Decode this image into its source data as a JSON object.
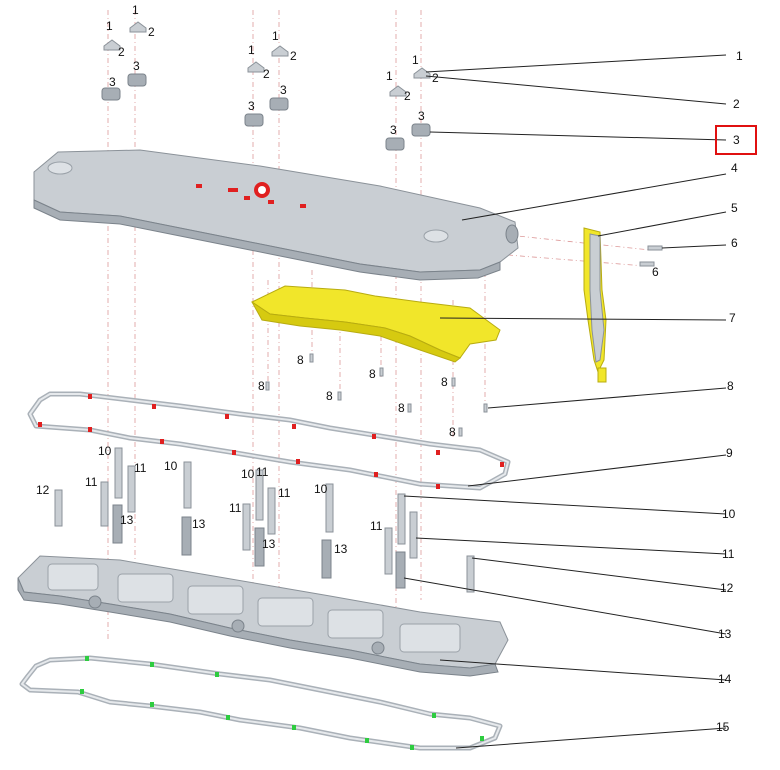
{
  "diagram": {
    "callouts": [
      {
        "id": "c1",
        "label": "1"
      },
      {
        "id": "c2",
        "label": "2"
      },
      {
        "id": "c3",
        "label": "3",
        "highlighted": true
      },
      {
        "id": "c4",
        "label": "4"
      },
      {
        "id": "c5",
        "label": "5"
      },
      {
        "id": "c6",
        "label": "6"
      },
      {
        "id": "c7",
        "label": "7"
      },
      {
        "id": "c8",
        "label": "8"
      },
      {
        "id": "c9",
        "label": "9"
      },
      {
        "id": "c10",
        "label": "10"
      },
      {
        "id": "c11",
        "label": "11"
      },
      {
        "id": "c12",
        "label": "12"
      },
      {
        "id": "c13",
        "label": "13"
      },
      {
        "id": "c14",
        "label": "14"
      },
      {
        "id": "c15",
        "label": "15"
      }
    ],
    "inline_labels": [
      "1",
      "2",
      "3",
      "1",
      "2",
      "3",
      "1",
      "2",
      "3",
      "1",
      "2",
      "3",
      "1",
      "2",
      "3",
      "1",
      "2",
      "3",
      "6",
      "8",
      "8",
      "8",
      "8",
      "8",
      "8",
      "8",
      "10",
      "11",
      "11",
      "12",
      "13",
      "10",
      "11",
      "11",
      "13",
      "10",
      "11",
      "13",
      "10",
      "11",
      "13"
    ],
    "colors": {
      "highlight": "#e01010",
      "cover_part": "#f1e62a",
      "metal": "#c9ced3",
      "mark_red": "#e02020",
      "mark_green": "#2ecc40"
    }
  }
}
